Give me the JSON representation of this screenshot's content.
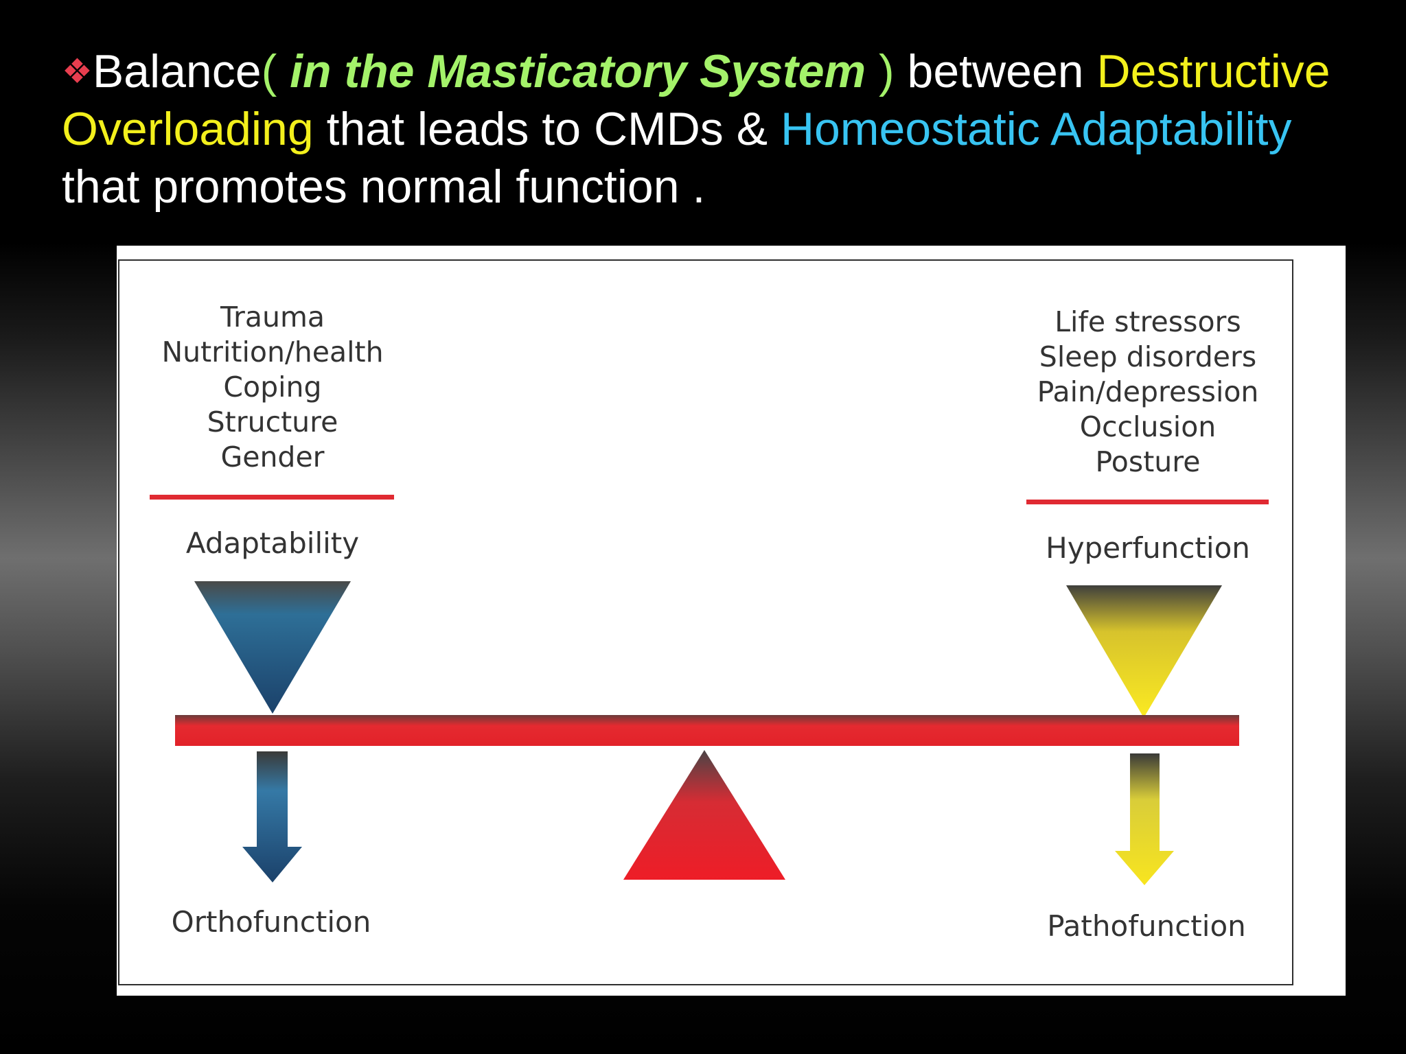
{
  "headline": {
    "bullet_icon": "diamond-cluster-icon",
    "part1": "Balance",
    "paren_open": "( ",
    "italic_context": "in the Masticatory System",
    "paren_close": " )",
    "between": " between ",
    "destructive": "Destructive Overloading",
    "leads": " that leads to CMDs & ",
    "homeostatic": "Homeostatic Adaptability",
    "promotes": " that promotes normal function ."
  },
  "diagram": {
    "left_factors": [
      "Trauma",
      "Nutrition/health",
      "Coping",
      "Structure",
      "Gender"
    ],
    "left_heading": "Adaptability",
    "left_result": "Orthofunction",
    "right_factors": [
      "Life stressors",
      "Sleep disorders",
      "Pain/depression",
      "Occlusion",
      "Posture"
    ],
    "right_heading": "Hyperfunction",
    "right_result": "Pathofunction"
  },
  "colors": {
    "accent_red": "#e02a32",
    "adaptability_blue": "#1e4a73",
    "hyperfunction_yellow": "#f5e21e",
    "highlight_green": "#a4f26a",
    "highlight_yellow": "#f3f01c",
    "highlight_cyan": "#38c4f2"
  }
}
